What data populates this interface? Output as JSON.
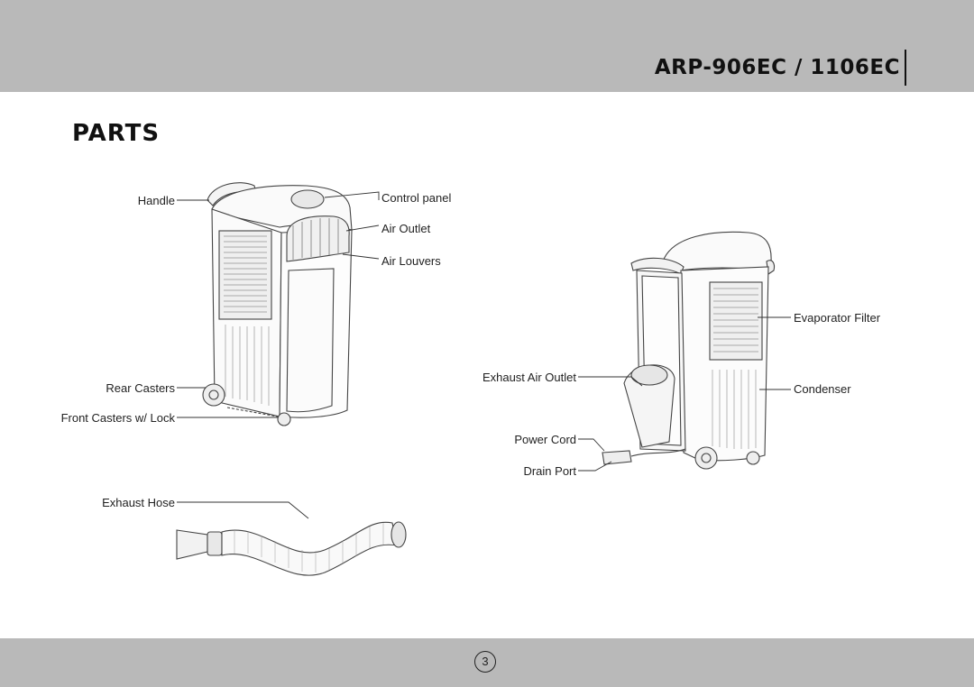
{
  "header": {
    "model": "ARP-906EC / 1106EC"
  },
  "section": {
    "title": "PARTS"
  },
  "labels": {
    "handle": "Handle",
    "control_panel": "Control panel",
    "air_outlet": "Air Outlet",
    "air_louvers": "Air Louvers",
    "rear_casters": "Rear Casters",
    "front_casters": "Front Casters w/ Lock",
    "exhaust_hose": "Exhaust Hose",
    "evaporator_filter": "Evaporator Filter",
    "exhaust_air_outlet": "Exhaust Air Outlet",
    "condenser": "Condenser",
    "power_cord": "Power Cord",
    "drain_port": "Drain Port"
  },
  "footer": {
    "page_number": "3"
  }
}
